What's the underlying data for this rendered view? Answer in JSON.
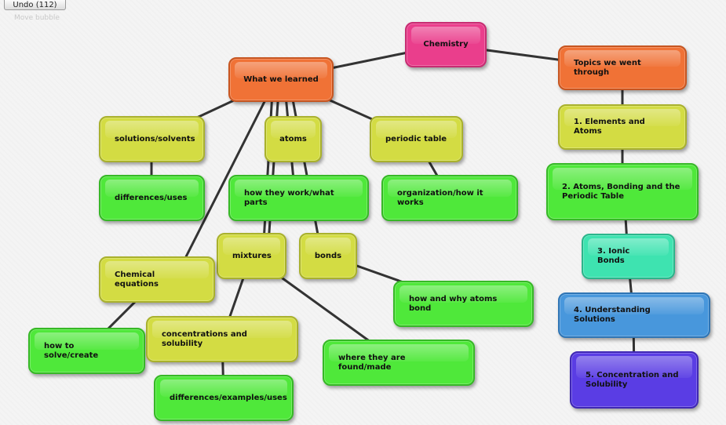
{
  "toolbar": {
    "undo_label": "Undo (112)",
    "undo_hint": "Move bubble"
  },
  "bubbles": {
    "chemistry": "Chemistry",
    "what_we_learned": "What we learned",
    "topics": "Topics we went through",
    "solutions_solvents": "solutions/solvents",
    "atoms": "atoms",
    "periodic_table": "periodic table",
    "differences_uses": "differences/uses",
    "how_they_work": "how they work/what parts",
    "organization": "organization/how it works",
    "mixtures": "mixtures",
    "bonds": "bonds",
    "chemical_equations": "Chemical equations",
    "how_why_bond": "how and why atoms bond",
    "how_to_solve": "how to solve/create",
    "concentrations_solubility": "concentrations and solubility",
    "where_found": "where they are found/made",
    "differences_examples": "differences/examples/uses",
    "topic1": "1. Elements and Atoms",
    "topic2": "2. Atoms, Bonding and the Periodic Table",
    "topic3": "3. Ionic Bonds",
    "topic4": "4. Understanding Solutions",
    "topic5": "5. Concentration and Solubility"
  },
  "colors": {
    "pink": "#ea3e8c",
    "orange": "#f07236",
    "yellow": "#d3dc43",
    "green": "#4fe83a",
    "teal": "#3ee3b0",
    "blue": "#4897dc",
    "purple": "#5a3de4"
  }
}
